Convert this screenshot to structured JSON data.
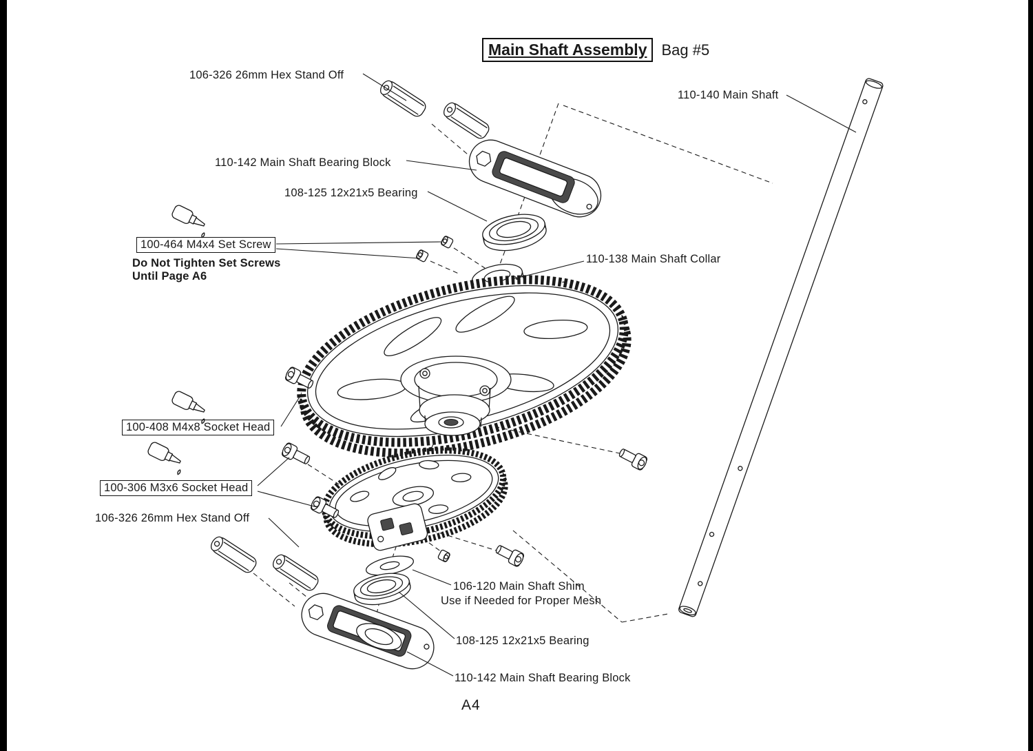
{
  "header": {
    "title": "Main Shaft Assembly",
    "bag": "Bag #5"
  },
  "footer": {
    "page_number": "A4"
  },
  "labels": {
    "hex_standoff": "106-326  26mm Hex Stand Off",
    "bearing_block": "110-142 Main Shaft Bearing Block",
    "bearing": "108-125 12x21x5 Bearing",
    "set_screw": "100-464 M4x4 Set Screw",
    "warning_1": "Do Not Tighten Set Screws",
    "warning_2": "Until Page A6",
    "collar": "110-138 Main Shaft Collar",
    "main_shaft": "110-140 Main Shaft",
    "socket_m4x8": "100-408 M4x8 Socket Head",
    "socket_m3x6": "100-306 M3x6 Socket Head",
    "shim": "106-120 Main Shaft Shim",
    "shim_note": "Use if Needed for Proper Mesh"
  },
  "colors": {
    "ink": "#1a1a1a",
    "paper": "#ffffff",
    "slot": "#4a4a4a"
  }
}
